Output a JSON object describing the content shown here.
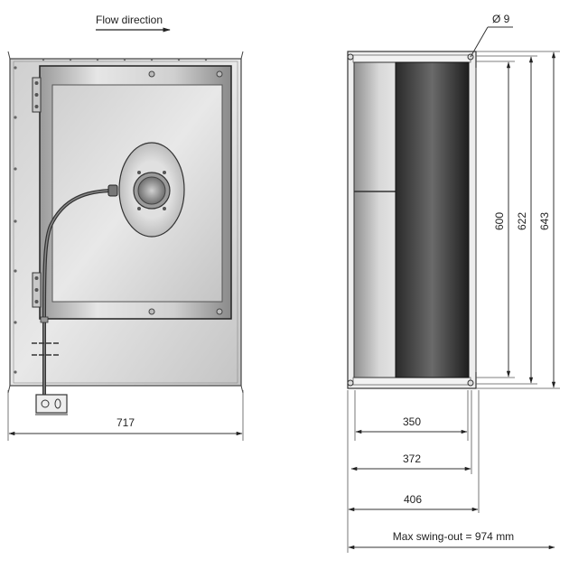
{
  "labels": {
    "flow_direction": "Flow direction",
    "bolt_diameter": "Ø 9",
    "width_front": "717",
    "height_inner": "600",
    "height_mid": "622",
    "height_outer": "643",
    "depth_inner": "350",
    "depth_mid": "372",
    "depth_outer": "406",
    "max_swing_out": "Max swing-out = 974 mm"
  },
  "colors": {
    "line": "#333333",
    "metal_light": "#e4e4e4",
    "metal_mid": "#b8b8b8",
    "dark": "#2a2a2a"
  }
}
